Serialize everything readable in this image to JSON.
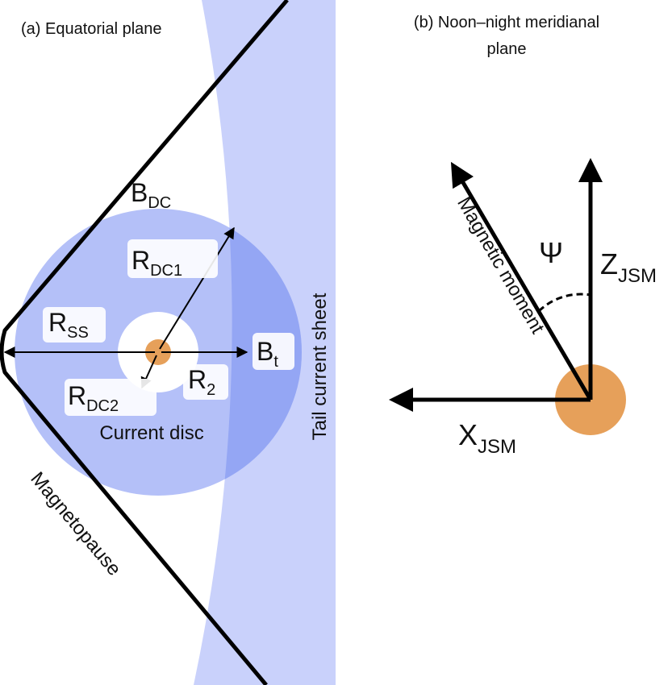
{
  "panel_a": {
    "caption": "(a) Equatorial plane",
    "labels": {
      "bdc_main": "B",
      "bdc_sub": "DC",
      "rdc1_main": "R",
      "rdc1_sub": "DC1",
      "rss_main": "R",
      "rss_sub": "SS",
      "bt_main": "B",
      "bt_sub": "t",
      "rdc2_main": "R",
      "rdc2_sub": "DC2",
      "r2_main": "R",
      "r2_sub": "2",
      "current_disc": "Current disc",
      "tail_current_sheet": "Tail current sheet",
      "magnetopause": "Magnetopause"
    }
  },
  "panel_b": {
    "caption_line1": "(b) Noon–night meridianal",
    "caption_line2": "plane",
    "labels": {
      "magnetic_moment": "Magnetic moment",
      "psi": "Ψ",
      "z_main": "Z",
      "z_sub": "JSM",
      "x_main": "X",
      "x_sub": "JSM"
    }
  },
  "colors": {
    "tail_sheet": "#c9d1fb",
    "current_disc": "#b4c0f8",
    "overlap": "#94a6f4",
    "planet": "#e6a05a",
    "line": "#000000"
  }
}
